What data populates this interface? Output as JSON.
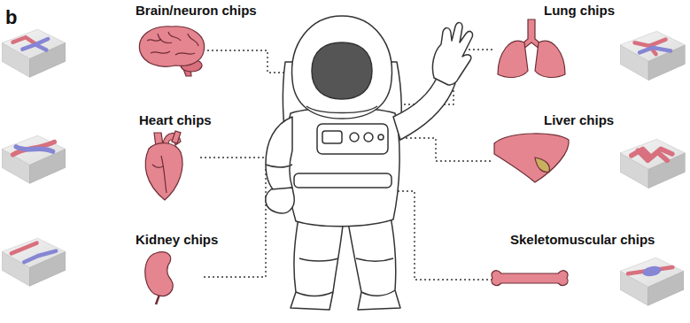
{
  "diagram": {
    "labels": [
      "b",
      "Brain/neuron chips",
      "Lung chips",
      "Heart chips",
      "Liver chips",
      "Kidney chips",
      "Skeletomuscular chips"
    ]
  }
}
